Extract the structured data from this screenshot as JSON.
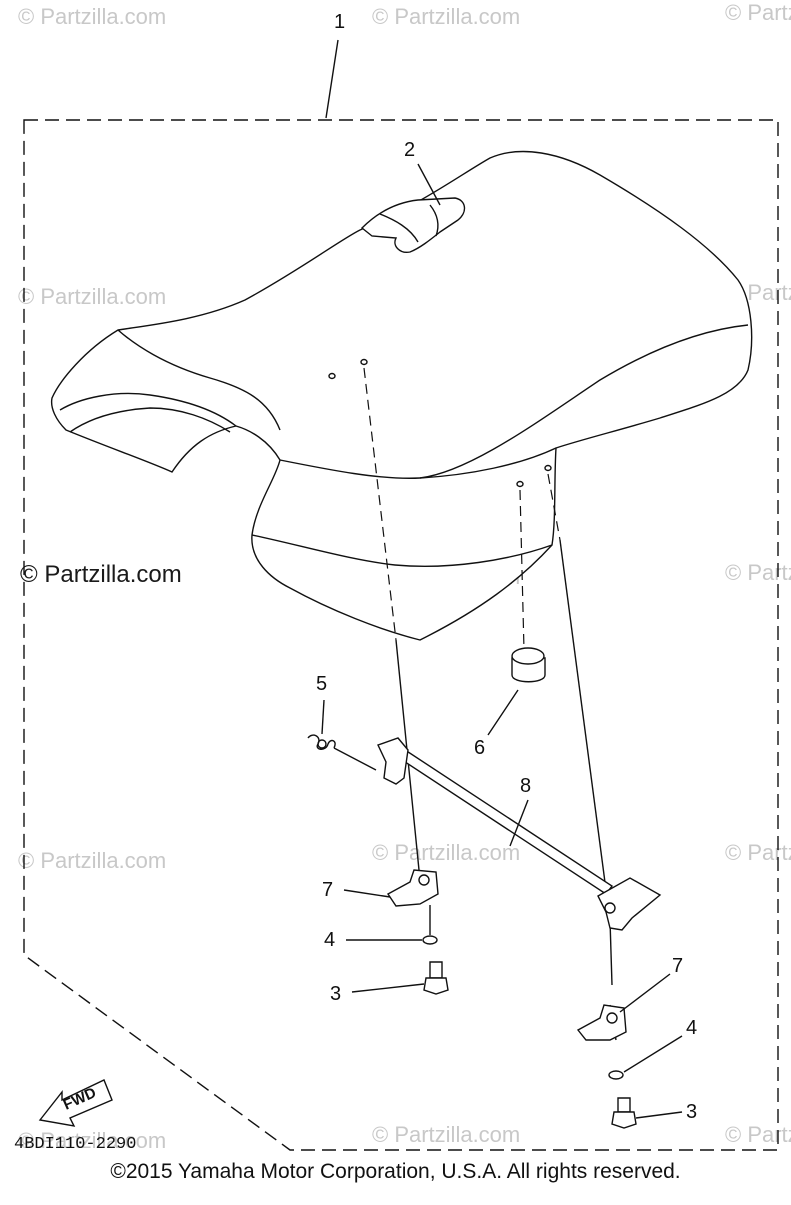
{
  "watermarks": {
    "text": "© Partzilla.com",
    "prominent": "© Partzilla.com"
  },
  "callouts": {
    "c1": "1",
    "c2": "2",
    "c3a": "3",
    "c3b": "3",
    "c4a": "4",
    "c4b": "4",
    "c5": "5",
    "c6": "6",
    "c7a": "7",
    "c7b": "7",
    "c8": "8"
  },
  "fwd_label": "FWD",
  "diagram_code": "4BDI110-2290",
  "copyright": "©2015  Yamaha Motor Corporation, U.S.A. All rights reserved."
}
